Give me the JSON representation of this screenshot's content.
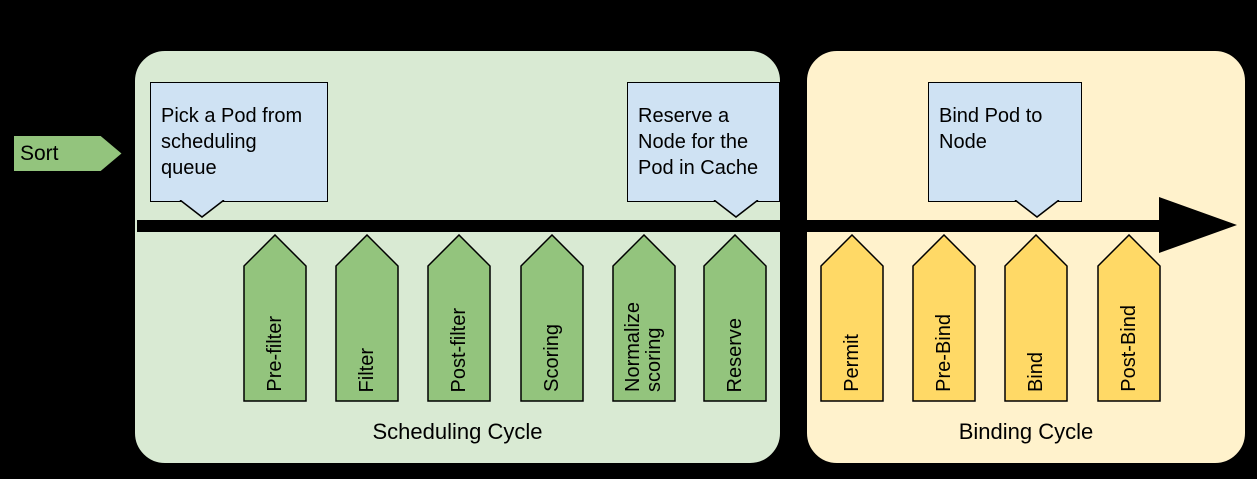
{
  "sort_arrow": {
    "label": "Sort"
  },
  "scheduling_cycle": {
    "label": "Scheduling Cycle",
    "stages": [
      "Pre-filter",
      "Filter",
      "Post-filter",
      "Scoring",
      "Normalize scoring",
      "Reserve"
    ]
  },
  "binding_cycle": {
    "label": "Binding Cycle",
    "stages": [
      "Permit",
      "Pre-Bind",
      "Bind",
      "Post-Bind"
    ]
  },
  "callouts": [
    {
      "lines": [
        "Pick a Pod from",
        "scheduling",
        "queue"
      ]
    },
    {
      "lines": [
        "Reserve a",
        "Node for the",
        "Pod in Cache"
      ]
    },
    {
      "lines": [
        "Bind Pod to",
        "Node"
      ]
    }
  ],
  "colors": {
    "background": "#000000",
    "outline": "#000000",
    "scheduling_fill": "#d9ead3",
    "binding_fill": "#fff2cc",
    "scheduling_stage_fill": "#93c47d",
    "binding_stage_fill": "#ffd966",
    "callout_fill": "#cfe2f3"
  }
}
